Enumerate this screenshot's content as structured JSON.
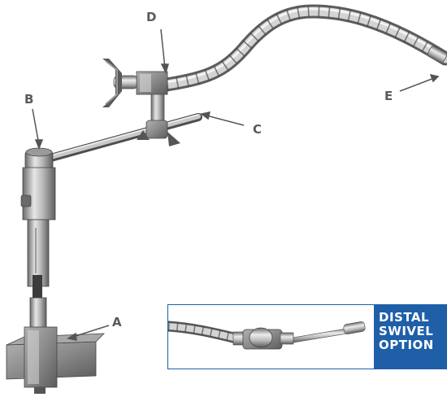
{
  "callouts": {
    "a": "A",
    "b": "B",
    "c": "C",
    "d": "D",
    "e": "E"
  },
  "inset": {
    "lines": [
      "DISTAL",
      "SWIVEL",
      "OPTION"
    ]
  },
  "colors": {
    "accent_blue": "#1e5fa8",
    "metal_light": "#d9d9d9",
    "metal_dark": "#6e6e6e",
    "callout_gray": "#5a5a5a"
  }
}
